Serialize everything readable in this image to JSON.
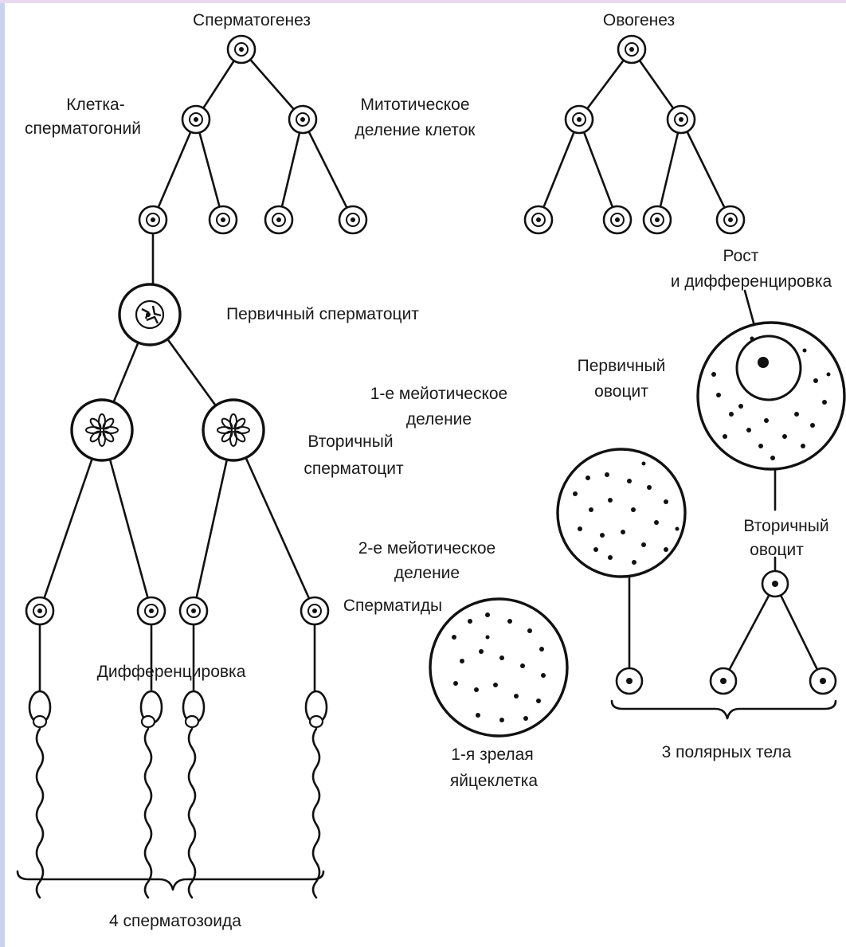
{
  "labels": {
    "spermatogenesis": "Сперматогенез",
    "oogenesis": "Овогенез",
    "spermatogonia_1": "Клетка-",
    "spermatogonia_2": "сперматогоний",
    "mitotic_1": "Митотическое",
    "mitotic_2": "деление клеток",
    "primary_spermatocyte": "Первичный сперматоцит",
    "growth_1": "Рост",
    "growth_2": "и дифференцировка",
    "primary_oocyte_1": "Первичный",
    "primary_oocyte_2": "овоцит",
    "meiosis1_1": "1-е мейотическое",
    "meiosis1_2": "деление",
    "secondary_spermatocyte_1": "Вторичный",
    "secondary_spermatocyte_2": "сперматоцит",
    "secondary_oocyte_1": "Вторичный",
    "secondary_oocyte_2": "овоцит",
    "meiosis2_1": "2-е мейотическое",
    "meiosis2_2": "деление",
    "spermatids": "Сперматиды",
    "differentiation": "Дифференцировка",
    "mature_egg_1": "1-я зрелая",
    "mature_egg_2": "яйцеклетка",
    "polar_bodies": "3 полярных тела",
    "spermatozoa": "4 сперматозоида"
  },
  "colors": {
    "ink": "#111111",
    "background": "#ffffff",
    "left_border_accent": "#c7d3f2",
    "top_border_accent": "#ead9f0"
  }
}
